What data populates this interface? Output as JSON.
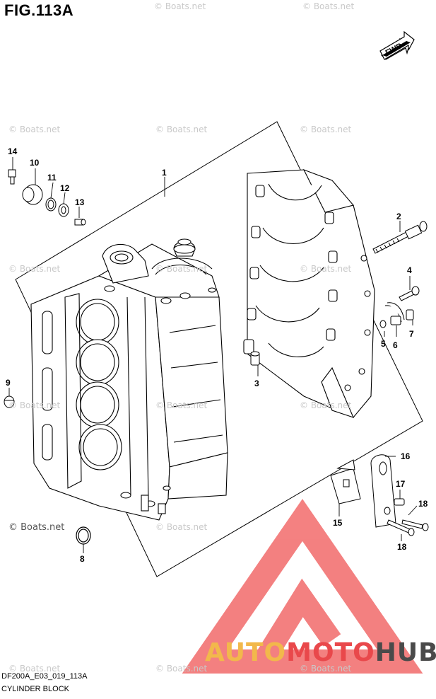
{
  "figure": {
    "title": "FIG.113A",
    "code": "DF200A_E03_019_113A",
    "caption": "CYLINDER BLOCK",
    "fwd_label": "FWD"
  },
  "callouts": {
    "c1": "1",
    "c2": "2",
    "c3": "3",
    "c4": "4",
    "c5": "5",
    "c6": "6",
    "c7": "7",
    "c8": "8",
    "c9": "9",
    "c10": "10",
    "c11": "11",
    "c12": "12",
    "c13": "13",
    "c14": "14",
    "c15": "15",
    "c16": "16",
    "c17": "17",
    "c18a": "18",
    "c18b": "18"
  },
  "watermarks": {
    "text": "© Boats.net",
    "main": "© Boats.net"
  },
  "logo": {
    "auto": "AUTO",
    "moto": "MOTO",
    "hub": "HUB",
    "colors": {
      "triangle": "#f26b6b",
      "auto": "#f2b84b",
      "moto": "#e9484b",
      "hub": "#4a4a4a"
    }
  }
}
